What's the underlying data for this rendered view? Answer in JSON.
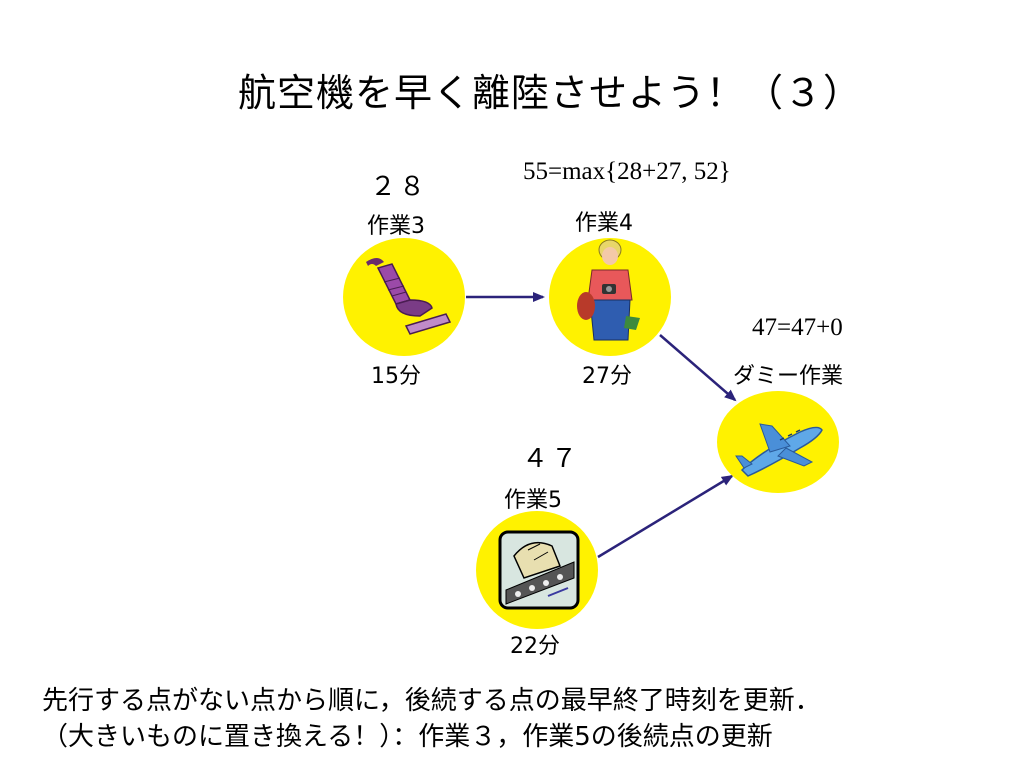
{
  "title": "航空機を早く離陸させよう！（３）",
  "nodes": {
    "task3": {
      "earliest": "２８",
      "name": "作業3",
      "duration": "15分",
      "icon": "vacuum-cleaner-icon"
    },
    "task4": {
      "formula": "55=max{28+27,  52}",
      "name": "作業4",
      "duration": "27分",
      "icon": "tourist-woman-icon"
    },
    "task5": {
      "earliest": "４７",
      "name": "作業5",
      "duration": "22分",
      "icon": "baggage-conveyor-icon"
    },
    "dummy": {
      "formula": "47=47+0",
      "name": "ダミー作業",
      "icon": "airplane-icon"
    }
  },
  "colors": {
    "node_fill": "#FFF200",
    "arrow": "#2B237A"
  },
  "text": {
    "line1": "先行する点がない点から順に，後続する点の最早終了時刻を更新．",
    "line2": "（大きいものに置き換える！）：作業３，作業5の後続点の更新"
  }
}
